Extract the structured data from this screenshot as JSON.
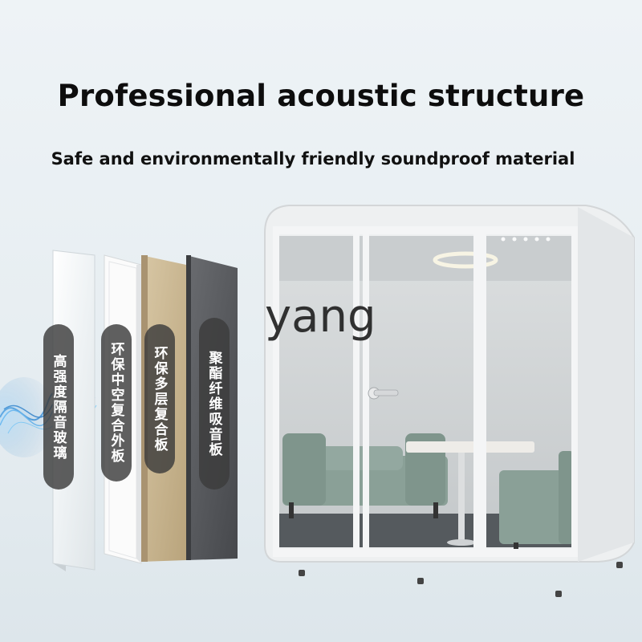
{
  "heading": "Professional acoustic structure",
  "subheading": "Safe and environmentally friendly soundproof material",
  "watermark": "yang",
  "layers": [
    {
      "label": "高强度隔音玻璃"
    },
    {
      "label": "环保中空复合外板"
    },
    {
      "label": "环保多层复合板"
    },
    {
      "label": "聚酯纤维吸音板"
    }
  ],
  "colors": {
    "glass": "#f2f5f7",
    "board_white": "#fafafa",
    "board_beige": "#c9b591",
    "felt": "#55575b",
    "booth_frame": "#f1f2f3",
    "sofa": "#8aa097",
    "wave": "#3a8fd6"
  }
}
